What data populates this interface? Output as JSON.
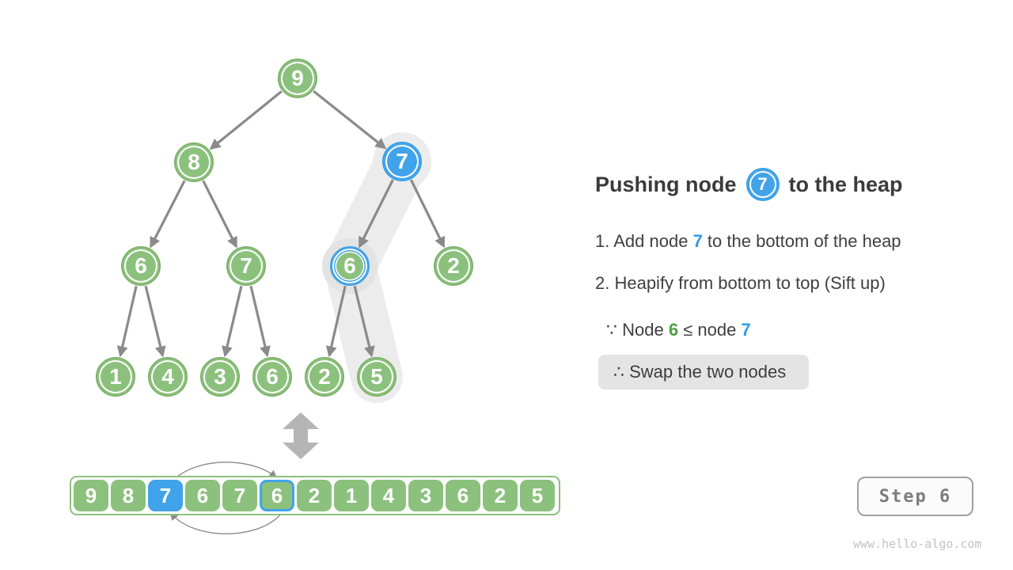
{
  "diagram": {
    "tree_nodes": [
      "9",
      "8",
      "7",
      "6",
      "7",
      "6",
      "2",
      "1",
      "4",
      "3",
      "6",
      "2",
      "5"
    ],
    "highlight": {
      "pushed_node_index": 2,
      "swapped_node_index": 5,
      "sift_path_values": [
        "7",
        "6",
        "5"
      ]
    }
  },
  "array": {
    "cells": [
      "9",
      "8",
      "7",
      "6",
      "7",
      "6",
      "2",
      "1",
      "4",
      "3",
      "6",
      "2",
      "5"
    ],
    "blue_cell_index": 2,
    "ringed_cell_index": 5
  },
  "panel": {
    "title_before": "Pushing node",
    "title_node": "7",
    "title_after": "to the heap",
    "step1_pre": "1. Add node ",
    "step1_num": "7",
    "step1_post": " to the bottom of the heap",
    "step2": "2. Heapify from bottom to top (Sift up)",
    "because_pre": "∵ Node ",
    "because_green": "6",
    "because_mid": " ≤ node ",
    "because_blue": "7",
    "conclusion": "∴ Swap the two nodes"
  },
  "footer": {
    "step_label": "Step 6",
    "watermark": "www.hello-algo.com"
  },
  "colors": {
    "node_green": "#8cc17d",
    "node_green_border": "#7db26b",
    "node_blue": "#41a3e9",
    "band_gray": "#ececec",
    "arrow_gray": "#8a8a8a",
    "text_green": "#4f9f44",
    "text_blue": "#2f9ce4",
    "box_gray": "#e4e4e4"
  }
}
